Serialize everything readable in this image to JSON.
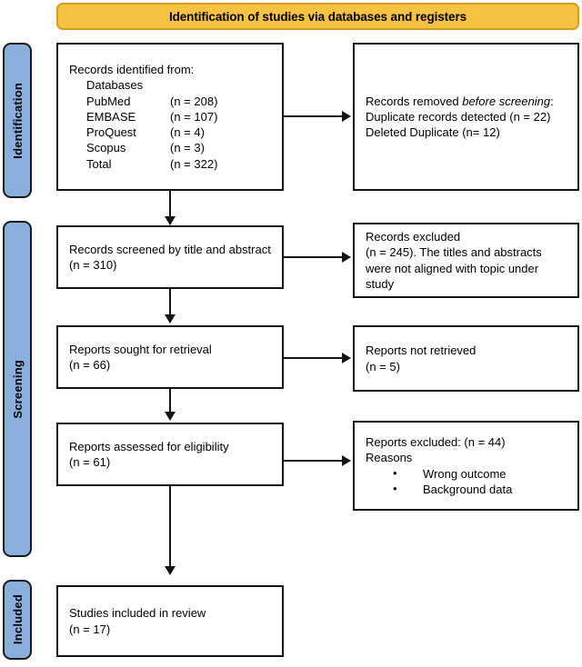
{
  "banner": {
    "title": "Identification of studies via databases and registers"
  },
  "stages": [
    {
      "name": "identification",
      "label": "Identification"
    },
    {
      "name": "screening",
      "label": "Screening"
    },
    {
      "name": "included",
      "label": "Included"
    }
  ],
  "boxes": {
    "identified": {
      "heading": "Records identified from:",
      "subheading": "Databases",
      "rows": [
        {
          "source": "PubMed",
          "count": "(n = 208)"
        },
        {
          "source": "EMBASE",
          "count": "(n = 107)"
        },
        {
          "source": "ProQuest",
          "count": "(n = 4)"
        },
        {
          "source": "Scopus",
          "count": "(n = 3)"
        },
        {
          "source": "Total",
          "count": "(n = 322)"
        }
      ]
    },
    "removed": {
      "line1_pre": "Records removed ",
      "line1_italic": "before screening",
      "line1_post": ":",
      "line2": "Duplicate records detected (n = 22)",
      "line3": "Deleted Duplicate (n= 12)"
    },
    "screened": {
      "line1": "Records screened by title and abstract",
      "line2": "(n = 310)"
    },
    "excluded": {
      "line1": "Records excluded",
      "line2": "(n = 245). The titles and abstracts were not aligned with topic under study"
    },
    "sought": {
      "line1": "Reports sought for retrieval",
      "line2": "(n = 66)"
    },
    "not_retrieved": {
      "line1": "Reports not retrieved",
      "line2": "(n = 5)"
    },
    "assessed": {
      "line1": "Reports assessed for eligibility",
      "line2": "(n = 61)"
    },
    "reports_excluded": {
      "line1": "Reports excluded: (n = 44)",
      "line2": "Reasons",
      "reasons": [
        "Wrong outcome",
        "Background data"
      ]
    },
    "included": {
      "line1": "Studies included in review",
      "line2": "(n = 17)"
    }
  },
  "colors": {
    "banner_fill": "#f5c242",
    "banner_border": "#d99b1f",
    "stage_fill": "#8aafdc",
    "box_border": "#141414",
    "line": "#141414"
  }
}
